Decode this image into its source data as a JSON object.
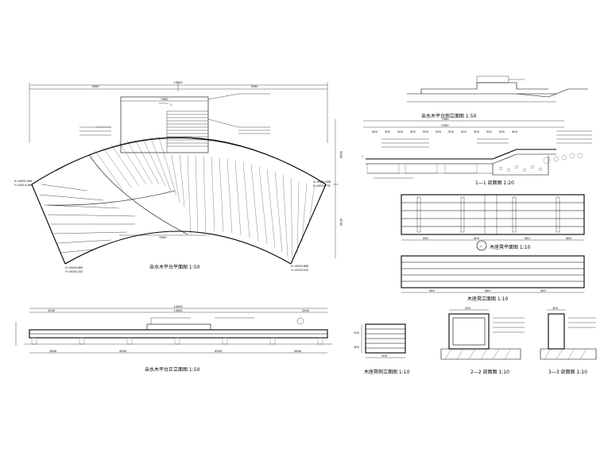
{
  "drawing": {
    "views": {
      "plan": {
        "title": "亲水木平台平面图 1:50",
        "dims_top": [
          "15000",
          "3500",
          "3500"
        ],
        "dim_mid": "7600",
        "dim_bottom": "9000",
        "right_dims": [
          "5040",
          "4200"
        ],
        "coord_left": [
          "X=45052.906",
          "Y=25014.266"
        ],
        "coord_bottom_left": [
          "X=45050.669",
          "Y=45054.345"
        ],
        "coord_right": [
          "X=45045.688",
          "Y=45034.525"
        ],
        "coord_top": [
          "X=45051.838",
          "Y=45054.732"
        ],
        "section_mark": "1"
      },
      "side_elevation": {
        "title": "亲水木平台侧立面图 1:50",
        "dims": [
          "7400",
          "5300",
          "400",
          "300",
          "500",
          "500",
          "500",
          "500",
          "500",
          "500",
          "500",
          "500",
          "500",
          "400"
        ]
      },
      "section_1": {
        "title": "1—1 剖面图 1:20",
        "label": "1"
      },
      "bench_plan": {
        "title": "木座凳平面图 1:10",
        "dims": [
          "440",
          "400",
          "440",
          "480"
        ],
        "marker": "1"
      },
      "bench_elevation": {
        "title": "木座凳立面图 1:10",
        "dims": [
          "440",
          "480",
          "440"
        ]
      },
      "front_elevation": {
        "title": "亲水木平台正立面图 1:50",
        "dims_top": [
          "15000",
          "2500",
          "14000",
          "2500"
        ],
        "dims_bottom": [
          "2840",
          "4500",
          "4500",
          "2840"
        ]
      },
      "bench_side": {
        "title": "木座凳侧立面图 1:10",
        "dims": [
          "500",
          "200",
          "300"
        ]
      },
      "section_2": {
        "title": "2—2 剖面图 1:10",
        "dim": "500"
      },
      "section_3": {
        "title": "3—3 剖面图 1:10",
        "dim": "300"
      }
    }
  }
}
